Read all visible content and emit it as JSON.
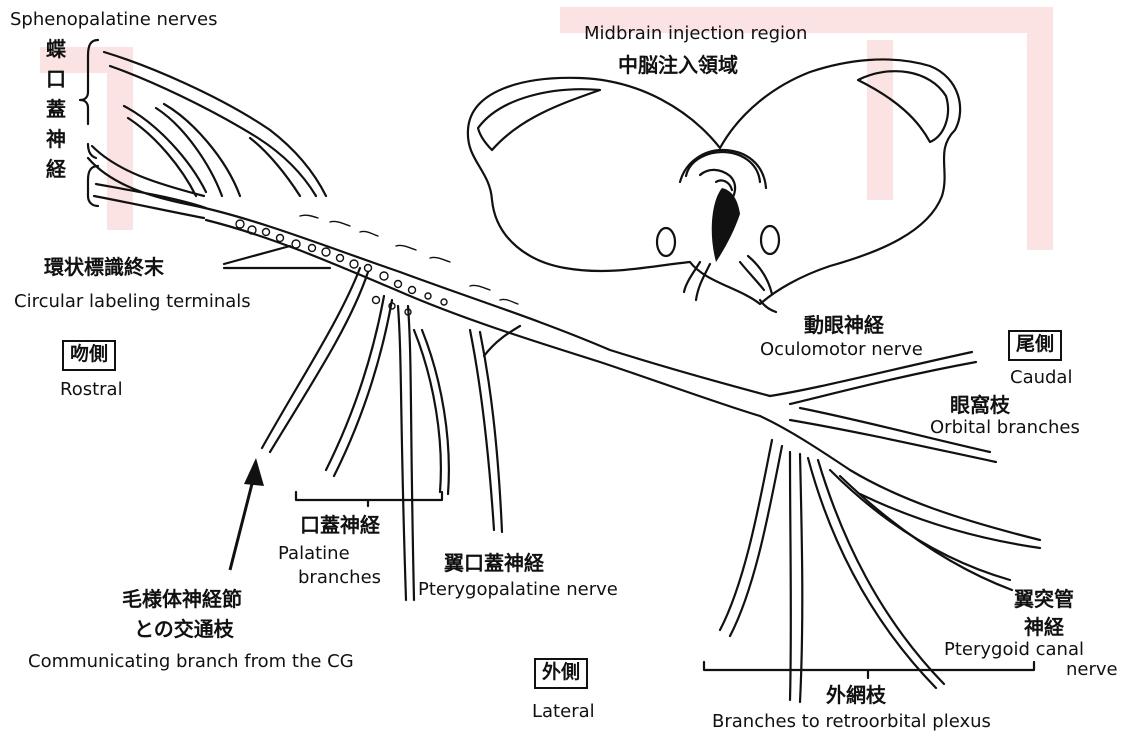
{
  "labels": {
    "sphenopalatine_en": "Sphenopalatine nerves",
    "sphenopalatine_jp": [
      "蝶",
      "口",
      "蓋",
      "神",
      "経"
    ],
    "midbrain_en": "Midbrain injection region",
    "midbrain_jp": "中脳注入領域",
    "circular_jp": "環状標識終末",
    "circular_en": "Circular labeling terminals",
    "rostral_jp": "吻側",
    "rostral_en": "Rostral",
    "oculomotor_jp": "動眼神経",
    "oculomotor_en": "Oculomotor nerve",
    "caudal_jp": "尾側",
    "caudal_en": "Caudal",
    "orbital_jp": "眼窩枝",
    "orbital_en": "Orbital branches",
    "palatine_jp": "口蓋神経",
    "palatine_en_1": "Palatine",
    "palatine_en_2": "branches",
    "pterygopalatine_jp": "翼口蓋神経",
    "pterygopalatine_en": "Pterygopalatine nerve",
    "communicating_jp_1": "毛様体神経節",
    "communicating_jp_2": "との交通枝",
    "communicating_en": "Communicating branch from the CG",
    "lateral_jp": "外側",
    "lateral_en": "Lateral",
    "retroorbital_jp": "外網枝",
    "retroorbital_en": "Branches to retroorbital plexus",
    "pterygoid_jp_1": "翼突管",
    "pterygoid_jp_2": "神経",
    "pterygoid_en_1": "Pterygoid canal",
    "pterygoid_en_2": "nerve"
  },
  "colors": {
    "ink": "#111111",
    "watermark": "#fbe3e3"
  }
}
